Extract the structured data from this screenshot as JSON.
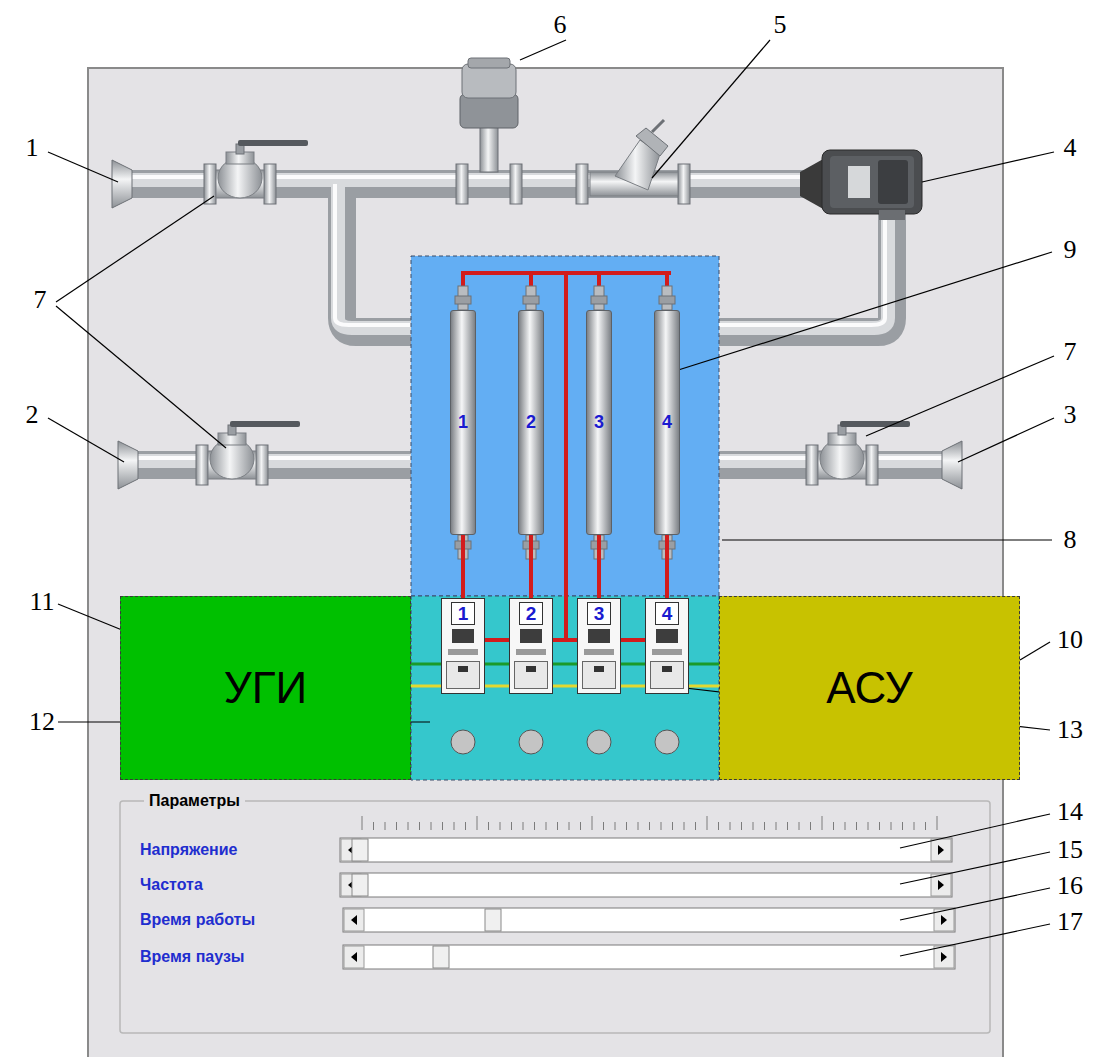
{
  "diagram": {
    "nodes": [
      {
        "text": [
          "1"
        ]
      },
      {
        "text": [
          "2"
        ]
      },
      {
        "text": [
          "3"
        ]
      },
      {
        "text": [
          "4"
        ]
      },
      {
        "text": [
          "УГИ"
        ]
      },
      {
        "text": [
          "1"
        ]
      },
      {
        "text": [
          "2"
        ]
      },
      {
        "text": [
          "3"
        ]
      },
      {
        "text": [
          "4"
        ]
      },
      {
        "text": [
          "АСУ"
        ]
      },
      {
        "text": [
          "Параметры"
        ]
      }
    ],
    "edges": [
      {
        "from": 0,
        "to": 5,
        "arrow": "none"
      },
      {
        "from": 1,
        "to": 6,
        "arrow": "none"
      },
      {
        "from": 2,
        "to": 7,
        "arrow": "none"
      },
      {
        "from": 3,
        "to": 8,
        "arrow": "none"
      }
    ],
    "labels": [
      "6",
      "5",
      "1",
      "4",
      "7",
      "9",
      "7",
      "2",
      "3",
      "8",
      "11",
      "10",
      "12",
      "13",
      "14",
      "15",
      "16",
      "17",
      "Напряжение",
      "Частота",
      "Время работы",
      "Время паузы"
    ]
  }
}
